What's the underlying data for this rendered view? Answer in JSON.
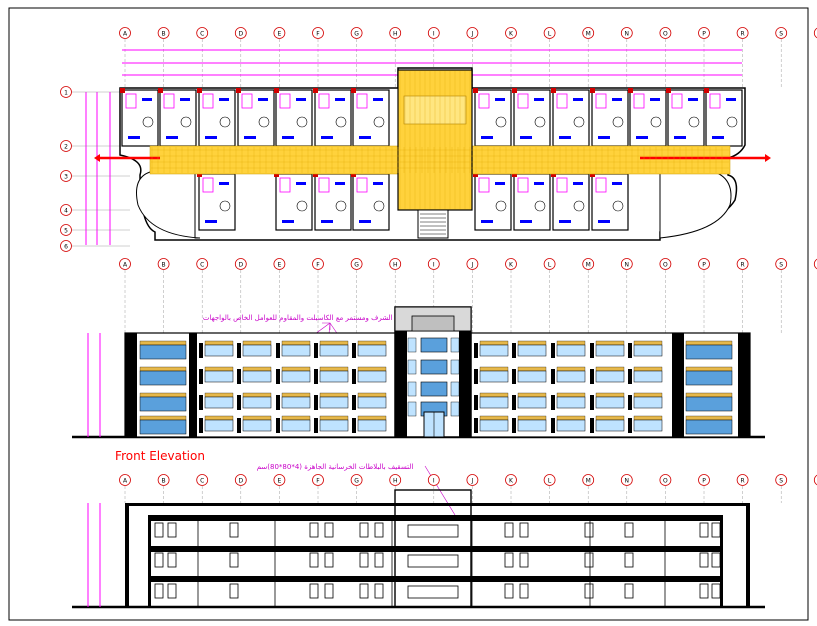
{
  "drawing": {
    "grid_columns": [
      "A",
      "B",
      "C",
      "D",
      "E",
      "F",
      "G",
      "H",
      "I",
      "J",
      "K",
      "L",
      "M",
      "N",
      "O",
      "P",
      "R",
      "S",
      "T"
    ],
    "grid_rows": [
      "1",
      "2",
      "3",
      "4",
      "5",
      "6"
    ],
    "elevation_title": "Front Elevation",
    "note_facade": "تبليط بموزاييك الشرف ومستمر مع الكاسبلت والمقاوم للعوامل الخاص بالواجهات",
    "note_section": "التسقيف بالبلاطات الخرسانية الجاهزة (4*80*80)سم",
    "colors": {
      "frame": "#000000",
      "grid_bubble": "#d40000",
      "dimension": "#ff00ff",
      "corridor": "#ffd23c",
      "glazing": "#5aa0dc",
      "glazing_light": "#bfe3ff",
      "window_sill": "#e6b84a",
      "wall": "#000000",
      "furniture": "#ff00ff",
      "door_blue": "#0000ff"
    }
  }
}
